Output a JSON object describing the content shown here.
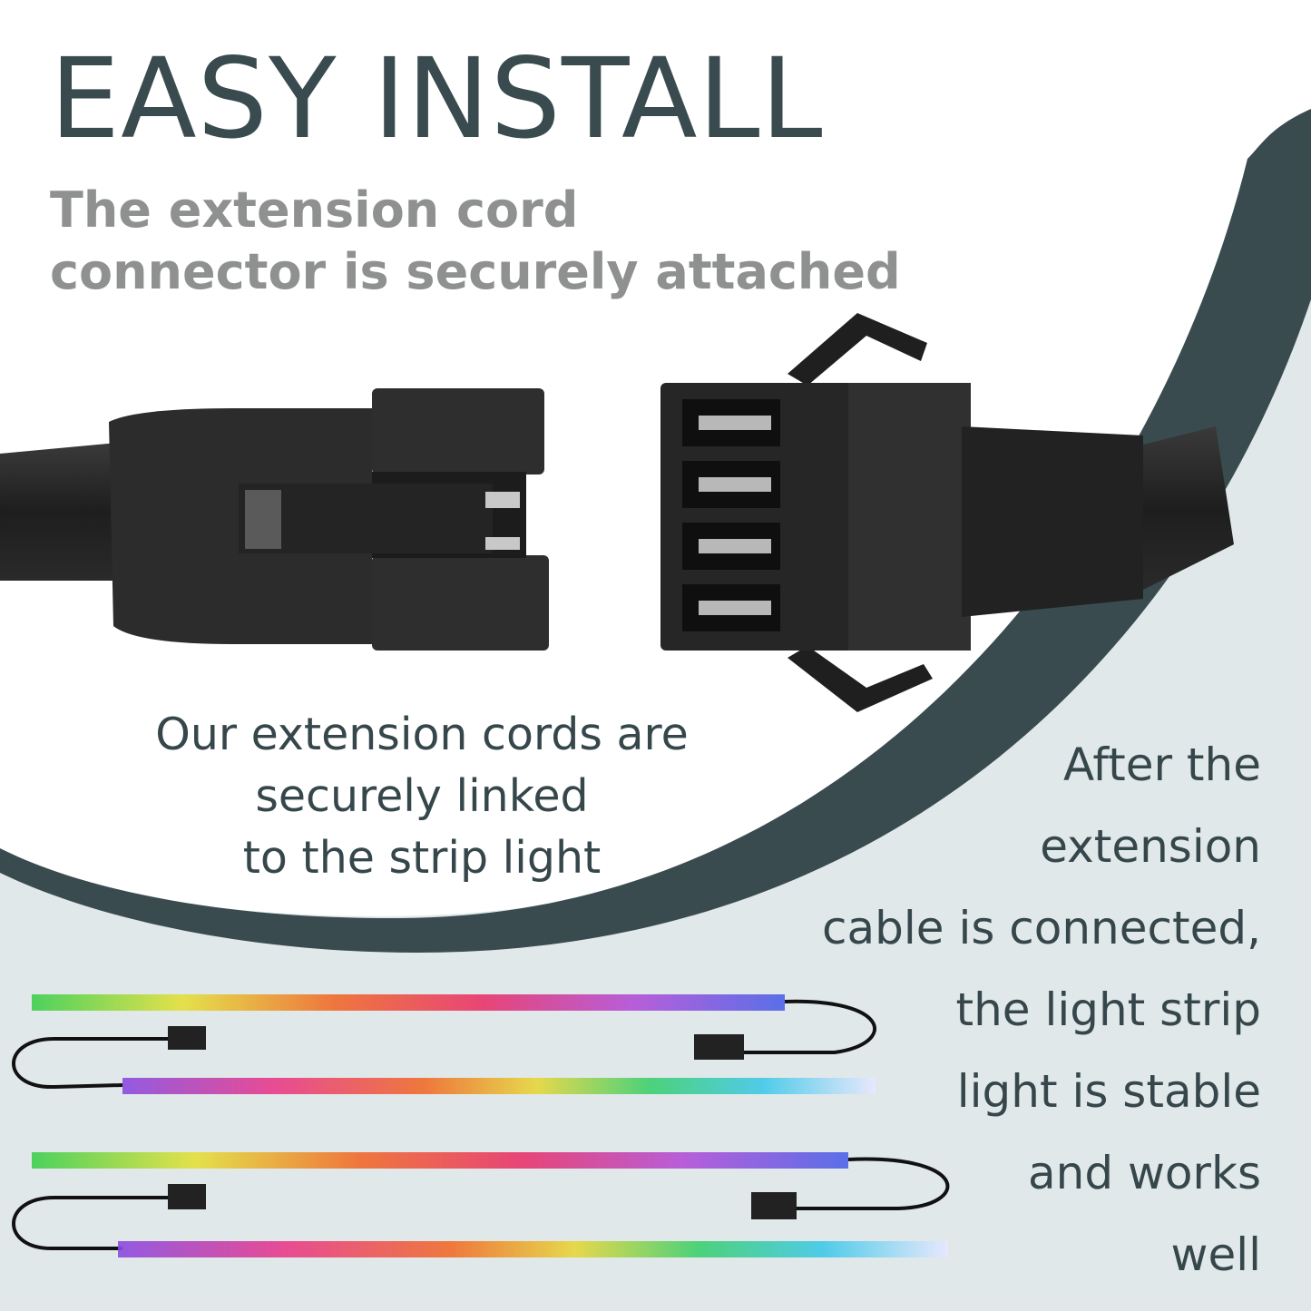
{
  "heading": {
    "title": "EASY INSTALL",
    "subtitle_lines": [
      "The extension cord",
      "connector is securely attached"
    ]
  },
  "captions": {
    "left_lines": [
      "Our extension cords are",
      "securely linked",
      "to the strip light"
    ],
    "right_lines": [
      "After the",
      "extension",
      "cable is connected,",
      "the light strip",
      "light is stable",
      "and works",
      "well"
    ]
  },
  "colors": {
    "band": "#3a4b4f",
    "panel": "#e1e8ea",
    "title": "#3a4b4f",
    "subtitle": "#8f9090",
    "body_text": "#36474b",
    "connector": "#2b2b2b"
  },
  "icons": [
    "female-connector-icon",
    "male-connector-icon",
    "led-strip-icon",
    "cable-plug-icon"
  ]
}
